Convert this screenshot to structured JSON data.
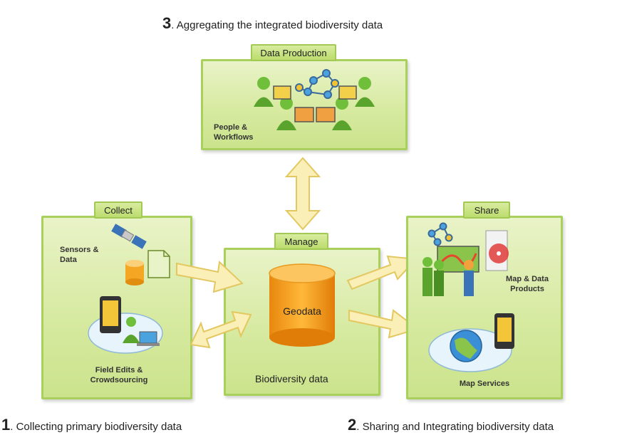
{
  "steps": {
    "aggregating": {
      "number": "3",
      "text": ". Aggregating the integrated biodiversity data"
    },
    "collecting": {
      "number": "1",
      "text": ". Collecting primary biodiversity data"
    },
    "sharing": {
      "number": "2",
      "text": ". Sharing and Integrating biodiversity data"
    }
  },
  "panels": {
    "data_production": {
      "tab": "Data Production",
      "label_line1": "People &",
      "label_line2": "Workflows"
    },
    "collect": {
      "tab": "Collect",
      "sensors_line1": "Sensors &",
      "sensors_line2": "Data",
      "field_line1": "Field Edits &",
      "field_line2": "Crowdsourcing"
    },
    "manage": {
      "tab": "Manage",
      "cylinder_label": "Geodata",
      "caption": "Biodiversity data"
    },
    "share": {
      "tab": "Share",
      "products_line1": "Map & Data",
      "products_line2": "Products",
      "services": "Map Services"
    }
  },
  "colors": {
    "panel_fill": "#d7eaa1",
    "panel_border": "#a9cf5c",
    "arrow_fill": "#fbefb8",
    "arrow_stroke": "#e3c760",
    "cylinder": "#f5a623"
  }
}
